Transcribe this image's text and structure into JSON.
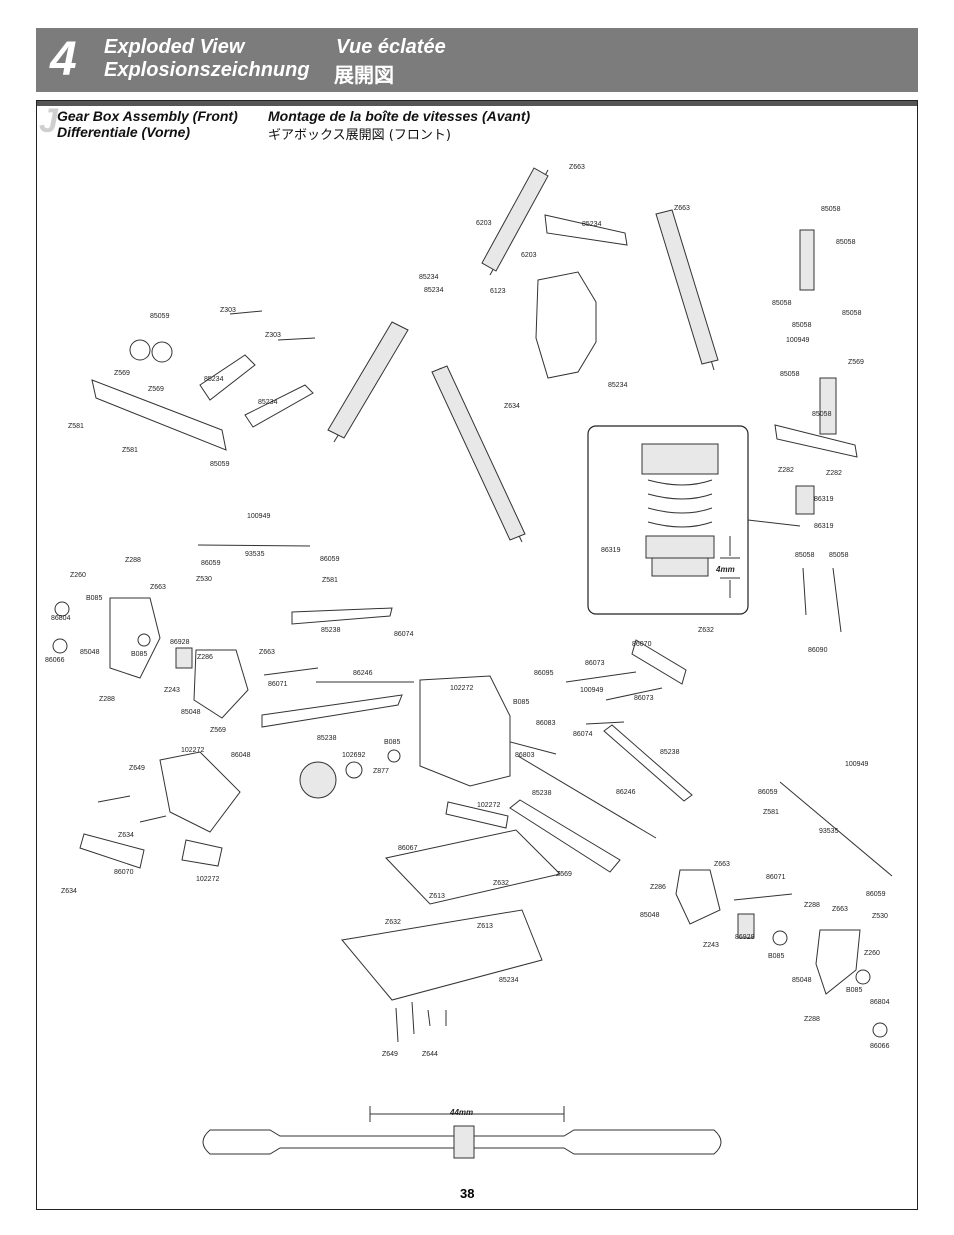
{
  "header": {
    "step_number": "4",
    "title_en": "Exploded View",
    "title_fr": "Vue éclatée",
    "title_de": "Explosionszeichnung",
    "title_jp": "展開図"
  },
  "section": {
    "badge": "J",
    "title_en": "Gear Box Assembly (Front)",
    "title_de": "Differentiale (Vorne)",
    "title_fr": "Montage de la boîte de vitesses (Avant)",
    "title_jp": "ギアボックス展開図 (フロント)"
  },
  "dimensions": {
    "inset_dim": "4mm",
    "bottom_dim": "44mm"
  },
  "page_number": "38",
  "part_labels": [
    "Z663",
    "6203",
    "85234",
    "6203",
    "Z663",
    "85058",
    "85058",
    "85234",
    "6123",
    "85059",
    "Z303",
    "Z303",
    "85058",
    "85058",
    "85058",
    "100949",
    "Z569",
    "Z569",
    "85234",
    "85234",
    "85234",
    "85058",
    "85058",
    "Z569",
    "Z634",
    "Z581",
    "Z581",
    "85234",
    "85059",
    "Z282",
    "Z282",
    "86319",
    "86319",
    "86319",
    "100949",
    "Z288",
    "86059",
    "93535",
    "86059",
    "Z260",
    "Z663",
    "Z530",
    "Z581",
    "B085",
    "85058",
    "85058",
    "86804",
    "86066",
    "85048",
    "B085",
    "85238",
    "86074",
    "86928",
    "Z286",
    "Z663",
    "86070",
    "Z632",
    "86090",
    "Z288",
    "Z243",
    "86071",
    "86246",
    "86095",
    "86073",
    "102272",
    "85048",
    "Z569",
    "85238",
    "B085",
    "86083",
    "100949",
    "86073",
    "102272",
    "86048",
    "102692",
    "B085",
    "86803",
    "86074",
    "85238",
    "Z649",
    "Z877",
    "Z634",
    "85238",
    "86246",
    "100949",
    "86059",
    "Z581",
    "93535",
    "102272",
    "86070",
    "102272",
    "86067",
    "Z634",
    "Z569",
    "Z663",
    "Z632",
    "Z613",
    "Z632",
    "Z613",
    "Z286",
    "86071",
    "85048",
    "Z288",
    "Z663",
    "86059",
    "Z530",
    "Z243",
    "86928",
    "B085",
    "Z260",
    "85048",
    "B085",
    "86804",
    "Z288",
    "86066",
    "85234",
    "Z649",
    "Z644"
  ]
}
